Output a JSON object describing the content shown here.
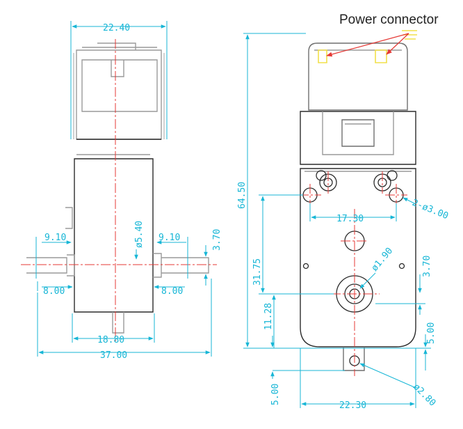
{
  "title": "Power connector",
  "colors": {
    "outline": "#2b2b2b",
    "part_line": "#9a9a9a",
    "dimension": "#17b6d6",
    "center_line": "#e53935",
    "highlight": "#f2e04a"
  },
  "left_view": {
    "dims": {
      "top_width": "22.40",
      "shaft_left": "9.10",
      "shaft_right": "9.10",
      "hole_dia": "ø5.40",
      "shaft_height": "3.70",
      "offset_left": "8.00",
      "offset_right": "8.00",
      "body_width": "18.80",
      "total_width": "37.00"
    }
  },
  "right_view": {
    "dims": {
      "total_height": "64.50",
      "mount_spacing": "17.30",
      "mount_holes": "2-ø3.00",
      "h_31_75": "31.75",
      "small_dia": "ø1.90",
      "h_3_70": "3.70",
      "h_11_28": "11.28",
      "h_5_00_right": "5.00",
      "h_5_00_left": "5.00",
      "tab_width": "22.30",
      "tab_hole": "ø2.80"
    }
  }
}
